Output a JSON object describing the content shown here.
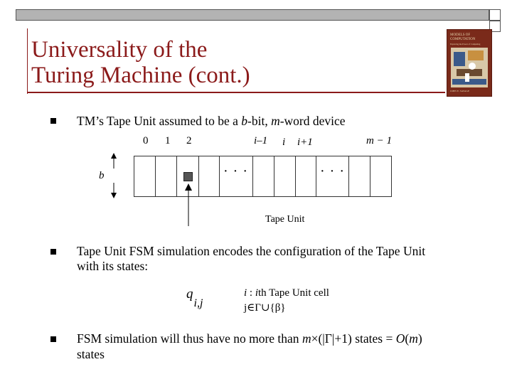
{
  "slide": {
    "title_line1": "Universality of the",
    "title_line2": "Turing Machine (cont.)",
    "book_cover": {
      "title": "MODELS OF COMPUTATION",
      "subtitle": "Exploring the Power of Computing",
      "author": "JOHN E. SAVAGE",
      "colors": [
        "#7a2a1a",
        "#d8c8a8",
        "#3b5a8a",
        "#c89040"
      ]
    },
    "bullet1": {
      "prefix": "TM’s Tape Unit assumed to be a ",
      "var_b": "b",
      "mid": "-bit, ",
      "var_m": "m",
      "suffix": "-word device"
    },
    "bullet2": {
      "line1": "Tape Unit FSM simulation encodes the configuration of the Tape Unit",
      "line2": "with its states:"
    },
    "state_var": {
      "q": "q",
      "sub": "i,j"
    },
    "cell_note": {
      "line1_var": "i",
      "line1_mid": " : ",
      "line1_var2": "i",
      "line1_rest": "th Tape Unit cell",
      "line2": "j∈Γ∪{β}"
    },
    "bullet3": {
      "prefix": "FSM simulation will thus have no more than ",
      "m": "m",
      "times": "×(|Γ|+1) states = ",
      "O": "O",
      "paren_open": "(",
      "m2": "m",
      "paren_close": ")",
      "line2": "states"
    }
  },
  "diagram": {
    "index_0": "0",
    "index_1": "1",
    "index_2": "2",
    "index_i_minus_1": "i–1",
    "index_i": "i",
    "index_i_plus_1": "i+1",
    "index_m_minus_1": "m − 1",
    "label_b": "b",
    "dots_left": "· · ·",
    "dots_right": "· · ·",
    "caption": "Tape Unit"
  }
}
